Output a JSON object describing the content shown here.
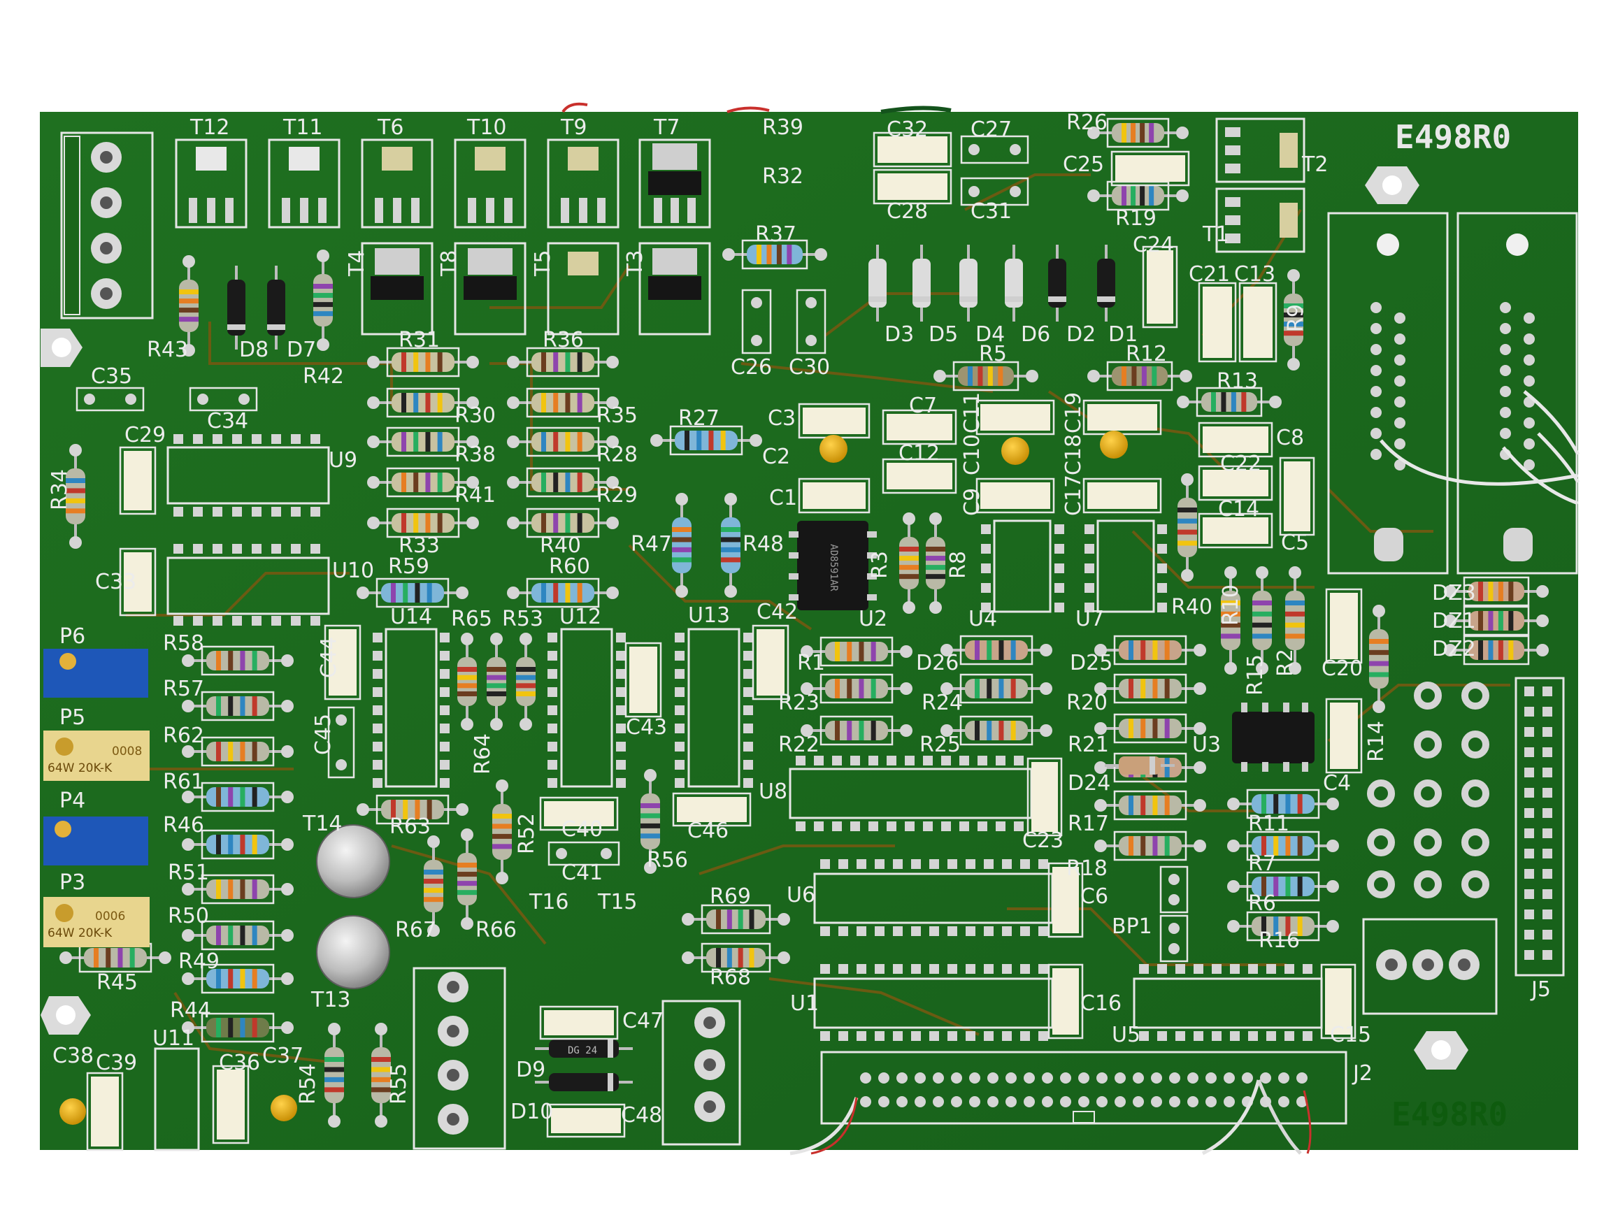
{
  "board": {
    "part_number_top": "E498R0",
    "part_number_bottom": "E498R0",
    "colors": {
      "board": "#1c6b1c",
      "board_dark": "#135513",
      "silkscreen": "#ececec",
      "pad": "#d9d9d9",
      "trace": "#6b5a12",
      "background": "#ffffff"
    }
  },
  "trimmers": {
    "p5_text": "0008",
    "p5_rating": "64W 20K-K",
    "p3_text": "0006",
    "p3_rating": "64W 20K-K"
  },
  "ic_markings": {
    "u2": "AD8591AR",
    "u3": ""
  },
  "diode_markings": {
    "d9": "DG 24",
    "d10": ""
  },
  "labels": [
    {
      "id": "T12",
      "text": "T12"
    },
    {
      "id": "T11",
      "text": "T11"
    },
    {
      "id": "T6",
      "text": "T6"
    },
    {
      "id": "T10",
      "text": "T10"
    },
    {
      "id": "T9",
      "text": "T9"
    },
    {
      "id": "T7",
      "text": "T7"
    },
    {
      "id": "T4",
      "text": "T4"
    },
    {
      "id": "T8",
      "text": "T8"
    },
    {
      "id": "T5",
      "text": "T5"
    },
    {
      "id": "T3",
      "text": "T3"
    },
    {
      "id": "R39",
      "text": "R39"
    },
    {
      "id": "R32",
      "text": "R32"
    },
    {
      "id": "R37",
      "text": "R37"
    },
    {
      "id": "C32",
      "text": "C32"
    },
    {
      "id": "C27",
      "text": "C27"
    },
    {
      "id": "C28",
      "text": "C28"
    },
    {
      "id": "C31",
      "text": "C31"
    },
    {
      "id": "R26",
      "text": "R26"
    },
    {
      "id": "C25",
      "text": "C25"
    },
    {
      "id": "R19",
      "text": "R19"
    },
    {
      "id": "T2",
      "text": "T2"
    },
    {
      "id": "T1",
      "text": "T1"
    },
    {
      "id": "C24",
      "text": "C24"
    },
    {
      "id": "C21",
      "text": "C21"
    },
    {
      "id": "C13",
      "text": "C13"
    },
    {
      "id": "R9",
      "text": "R9"
    },
    {
      "id": "D3",
      "text": "D3"
    },
    {
      "id": "D5",
      "text": "D5"
    },
    {
      "id": "D4",
      "text": "D4"
    },
    {
      "id": "D6",
      "text": "D6"
    },
    {
      "id": "D2",
      "text": "D2"
    },
    {
      "id": "D1",
      "text": "D1"
    },
    {
      "id": "C26",
      "text": "C26"
    },
    {
      "id": "C30",
      "text": "C30"
    },
    {
      "id": "R43",
      "text": "R43"
    },
    {
      "id": "D8",
      "text": "D8"
    },
    {
      "id": "D7",
      "text": "D7"
    },
    {
      "id": "R42",
      "text": "R42"
    },
    {
      "id": "R31",
      "text": "R31"
    },
    {
      "id": "R36",
      "text": "R36"
    },
    {
      "id": "R30",
      "text": "R30"
    },
    {
      "id": "R35",
      "text": "R35"
    },
    {
      "id": "R38",
      "text": "R38"
    },
    {
      "id": "R28",
      "text": "R28"
    },
    {
      "id": "R41",
      "text": "R41"
    },
    {
      "id": "R29",
      "text": "R29"
    },
    {
      "id": "R33",
      "text": "R33"
    },
    {
      "id": "R40a",
      "text": "R40"
    },
    {
      "id": "R27",
      "text": "R27"
    },
    {
      "id": "C35",
      "text": "C35"
    },
    {
      "id": "C34",
      "text": "C34"
    },
    {
      "id": "C29",
      "text": "C29"
    },
    {
      "id": "U9",
      "text": "U9"
    },
    {
      "id": "R34",
      "text": "R34"
    },
    {
      "id": "C33",
      "text": "C33"
    },
    {
      "id": "U10",
      "text": "U10"
    },
    {
      "id": "R5",
      "text": "R5"
    },
    {
      "id": "R12",
      "text": "R12"
    },
    {
      "id": "R13",
      "text": "R13"
    },
    {
      "id": "C3",
      "text": "C3"
    },
    {
      "id": "C2",
      "text": "C2"
    },
    {
      "id": "C1",
      "text": "C1"
    },
    {
      "id": "C7",
      "text": "C7"
    },
    {
      "id": "C12",
      "text": "C12"
    },
    {
      "id": "C11",
      "text": "C11"
    },
    {
      "id": "C10",
      "text": "C10"
    },
    {
      "id": "C19",
      "text": "C19"
    },
    {
      "id": "C18",
      "text": "C18"
    },
    {
      "id": "C8",
      "text": "C8"
    },
    {
      "id": "C22",
      "text": "C22"
    },
    {
      "id": "C9",
      "text": "C9"
    },
    {
      "id": "C17",
      "text": "C17"
    },
    {
      "id": "C14",
      "text": "C14"
    },
    {
      "id": "C5",
      "text": "C5"
    },
    {
      "id": "R47",
      "text": "R47"
    },
    {
      "id": "R48",
      "text": "R48"
    },
    {
      "id": "R3",
      "text": "R3"
    },
    {
      "id": "R8",
      "text": "R8"
    },
    {
      "id": "U2",
      "text": "U2"
    },
    {
      "id": "U4",
      "text": "U4"
    },
    {
      "id": "U7",
      "text": "U7"
    },
    {
      "id": "R40b",
      "text": "R40"
    },
    {
      "id": "R10",
      "text": "R10"
    },
    {
      "id": "R15",
      "text": "R15"
    },
    {
      "id": "R2",
      "text": "R2"
    },
    {
      "id": "C20",
      "text": "C20"
    },
    {
      "id": "DZ3",
      "text": "DZ3"
    },
    {
      "id": "DZ1",
      "text": "DZ1"
    },
    {
      "id": "DZ2",
      "text": "DZ2"
    },
    {
      "id": "R59",
      "text": "R59"
    },
    {
      "id": "R60",
      "text": "R60"
    },
    {
      "id": "P6",
      "text": "P6"
    },
    {
      "id": "R58",
      "text": "R58"
    },
    {
      "id": "C44",
      "text": "C44"
    },
    {
      "id": "U14",
      "text": "U14"
    },
    {
      "id": "R65",
      "text": "R65"
    },
    {
      "id": "R53",
      "text": "R53"
    },
    {
      "id": "U12",
      "text": "U12"
    },
    {
      "id": "U13",
      "text": "U13"
    },
    {
      "id": "C42",
      "text": "C42"
    },
    {
      "id": "R1",
      "text": "R1"
    },
    {
      "id": "D26",
      "text": "D26"
    },
    {
      "id": "D25",
      "text": "D25"
    },
    {
      "id": "R23",
      "text": "R23"
    },
    {
      "id": "R24",
      "text": "R24"
    },
    {
      "id": "R20",
      "text": "R20"
    },
    {
      "id": "R22",
      "text": "R22"
    },
    {
      "id": "R25",
      "text": "R25"
    },
    {
      "id": "R21",
      "text": "R21"
    },
    {
      "id": "U3",
      "text": "U3"
    },
    {
      "id": "R14",
      "text": "R14"
    },
    {
      "id": "C4",
      "text": "C4"
    },
    {
      "id": "P5",
      "text": "P5"
    },
    {
      "id": "R57",
      "text": "R57"
    },
    {
      "id": "R62",
      "text": "R62"
    },
    {
      "id": "C45",
      "text": "C45"
    },
    {
      "id": "R64",
      "text": "R64"
    },
    {
      "id": "C43",
      "text": "C43"
    },
    {
      "id": "P4",
      "text": "P4"
    },
    {
      "id": "R61",
      "text": "R61"
    },
    {
      "id": "R46",
      "text": "R46"
    },
    {
      "id": "T14",
      "text": "T14"
    },
    {
      "id": "R63",
      "text": "R63"
    },
    {
      "id": "R52",
      "text": "R52"
    },
    {
      "id": "C40",
      "text": "C40"
    },
    {
      "id": "C46",
      "text": "C46"
    },
    {
      "id": "R56",
      "text": "R56"
    },
    {
      "id": "C41",
      "text": "C41"
    },
    {
      "id": "U8",
      "text": "U8"
    },
    {
      "id": "C23",
      "text": "C23"
    },
    {
      "id": "D24",
      "text": "D24"
    },
    {
      "id": "R17",
      "text": "R17"
    },
    {
      "id": "R18",
      "text": "R18"
    },
    {
      "id": "R11",
      "text": "R11"
    },
    {
      "id": "R7",
      "text": "R7"
    },
    {
      "id": "R6",
      "text": "R6"
    },
    {
      "id": "R16",
      "text": "R16"
    },
    {
      "id": "P3",
      "text": "P3"
    },
    {
      "id": "R51",
      "text": "R51"
    },
    {
      "id": "R50",
      "text": "R50"
    },
    {
      "id": "R49",
      "text": "R49"
    },
    {
      "id": "R45",
      "text": "R45"
    },
    {
      "id": "R67",
      "text": "R67"
    },
    {
      "id": "R66",
      "text": "R66"
    },
    {
      "id": "T16",
      "text": "T16"
    },
    {
      "id": "T15",
      "text": "T15"
    },
    {
      "id": "R69",
      "text": "R69"
    },
    {
      "id": "R68",
      "text": "R68"
    },
    {
      "id": "U6",
      "text": "U6"
    },
    {
      "id": "C6",
      "text": "C6"
    },
    {
      "id": "BP1",
      "text": "BP1"
    },
    {
      "id": "T13",
      "text": "T13"
    },
    {
      "id": "R44",
      "text": "R44"
    },
    {
      "id": "U11",
      "text": "U11"
    },
    {
      "id": "C38",
      "text": "C38"
    },
    {
      "id": "C39",
      "text": "C39"
    },
    {
      "id": "C36",
      "text": "C36"
    },
    {
      "id": "C37",
      "text": "C37"
    },
    {
      "id": "R54",
      "text": "R54"
    },
    {
      "id": "R55",
      "text": "R55"
    },
    {
      "id": "C47",
      "text": "C47"
    },
    {
      "id": "D9",
      "text": "D9"
    },
    {
      "id": "D10",
      "text": "D10"
    },
    {
      "id": "C48",
      "text": "C48"
    },
    {
      "id": "U1",
      "text": "U1"
    },
    {
      "id": "C16",
      "text": "C16"
    },
    {
      "id": "U5",
      "text": "U5"
    },
    {
      "id": "C15",
      "text": "C15"
    },
    {
      "id": "J2",
      "text": "J2"
    },
    {
      "id": "J5",
      "text": "J5"
    }
  ]
}
